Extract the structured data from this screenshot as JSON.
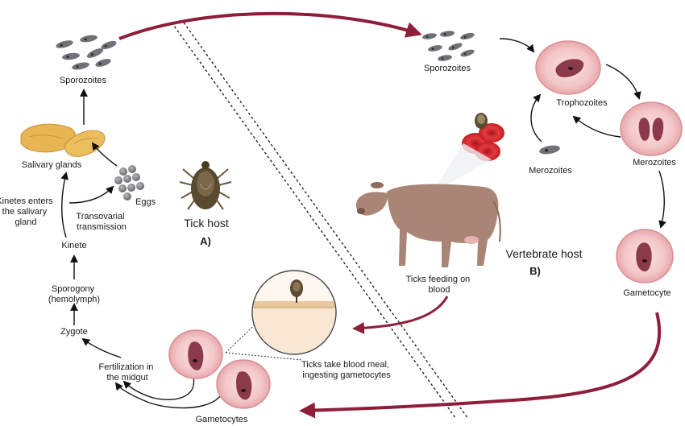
{
  "tick_side": {
    "sporozoites": "Sporozoites",
    "salivary_glands": "Salivary glands",
    "eggs": "Eggs",
    "kinetes_line1": "Kinetes enters",
    "kinetes_line2": "the salivary",
    "kinetes_line3": "gland",
    "transovarial_line1": "Transovarial",
    "transovarial_line2": "transmission",
    "kinete": "Kinete",
    "sporogony_line1": "Sporogony",
    "sporogony_line2": "(hemolymph)",
    "zygote": "Zygote",
    "fertilization_line1": "Fertilization in",
    "fertilization_line2": "the midgut",
    "gametocytes": "Gametocytes",
    "tick_host": "Tick host",
    "panel_a": "A)"
  },
  "vertebrate_side": {
    "sporozoites": "Sporozoites",
    "trophozoites": "Trophozoites",
    "merozoites_right": "Merozoites",
    "merozoites_left": "Merozoites",
    "gametocyte": "Gametocyte",
    "vertebrate_host": "Vertebrate host",
    "panel_b": "B)",
    "ticks_feeding_line1": "Ticks feeding on",
    "ticks_feeding_line2": "blood",
    "blood_meal_line1": "Ticks take blood meal,",
    "blood_meal_line2": "ingesting gametocytes"
  },
  "colors": {
    "cycle_arrow": "#8e1f3a",
    "cell_fill": "#f2c4c4",
    "cell_stroke": "#d98f95",
    "parasite": "#8a3a4a",
    "sporozoite": "#6f7378",
    "gland": "#e7b552",
    "egg": "#7d7f84",
    "cow": "#a88574",
    "rbc": "#d9262b",
    "tick": "#5b4a32"
  }
}
